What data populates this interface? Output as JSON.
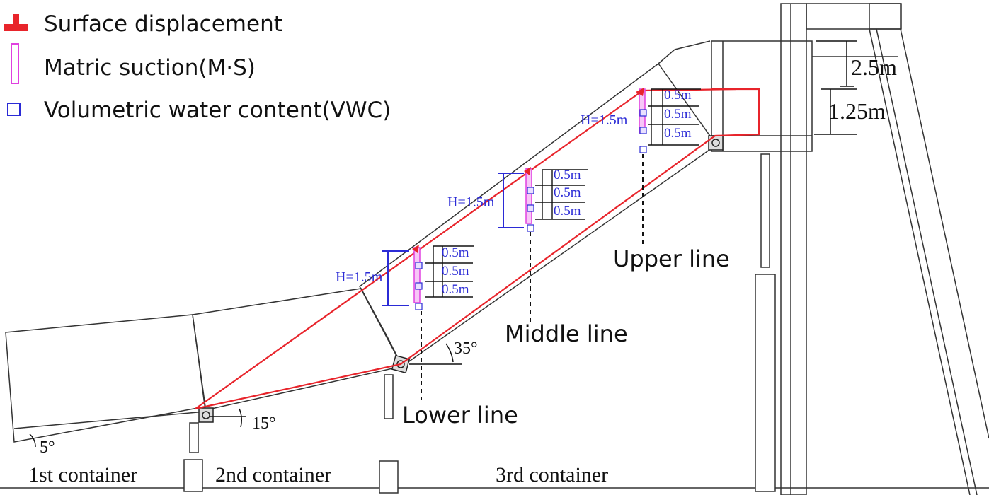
{
  "legend": {
    "surface_displacement": "Surface displacement",
    "matric_suction": "Matric suction(M·S)",
    "vwc": "Volumetric water content(VWC)"
  },
  "sensor_lines": {
    "upper": "Upper line",
    "middle": "Middle line",
    "lower": "Lower line"
  },
  "containers": {
    "first": "1st container",
    "second": "2nd container",
    "third": "3rd container"
  },
  "angles": {
    "base_tilt": "5°",
    "second_slope": "15°",
    "third_slope": "35°"
  },
  "dimensions": {
    "top_height": "2.5m",
    "crest_height": "1.25m",
    "soil_depth_label": "H=1.5m",
    "sensor_spacing": "0.5m"
  },
  "colors": {
    "soil_outline": "#e8242b",
    "sensor_blue": "#2b2bd6",
    "suction_magenta": "#e040e0",
    "displacement_red": "#e8242b",
    "frame": "#333333"
  }
}
